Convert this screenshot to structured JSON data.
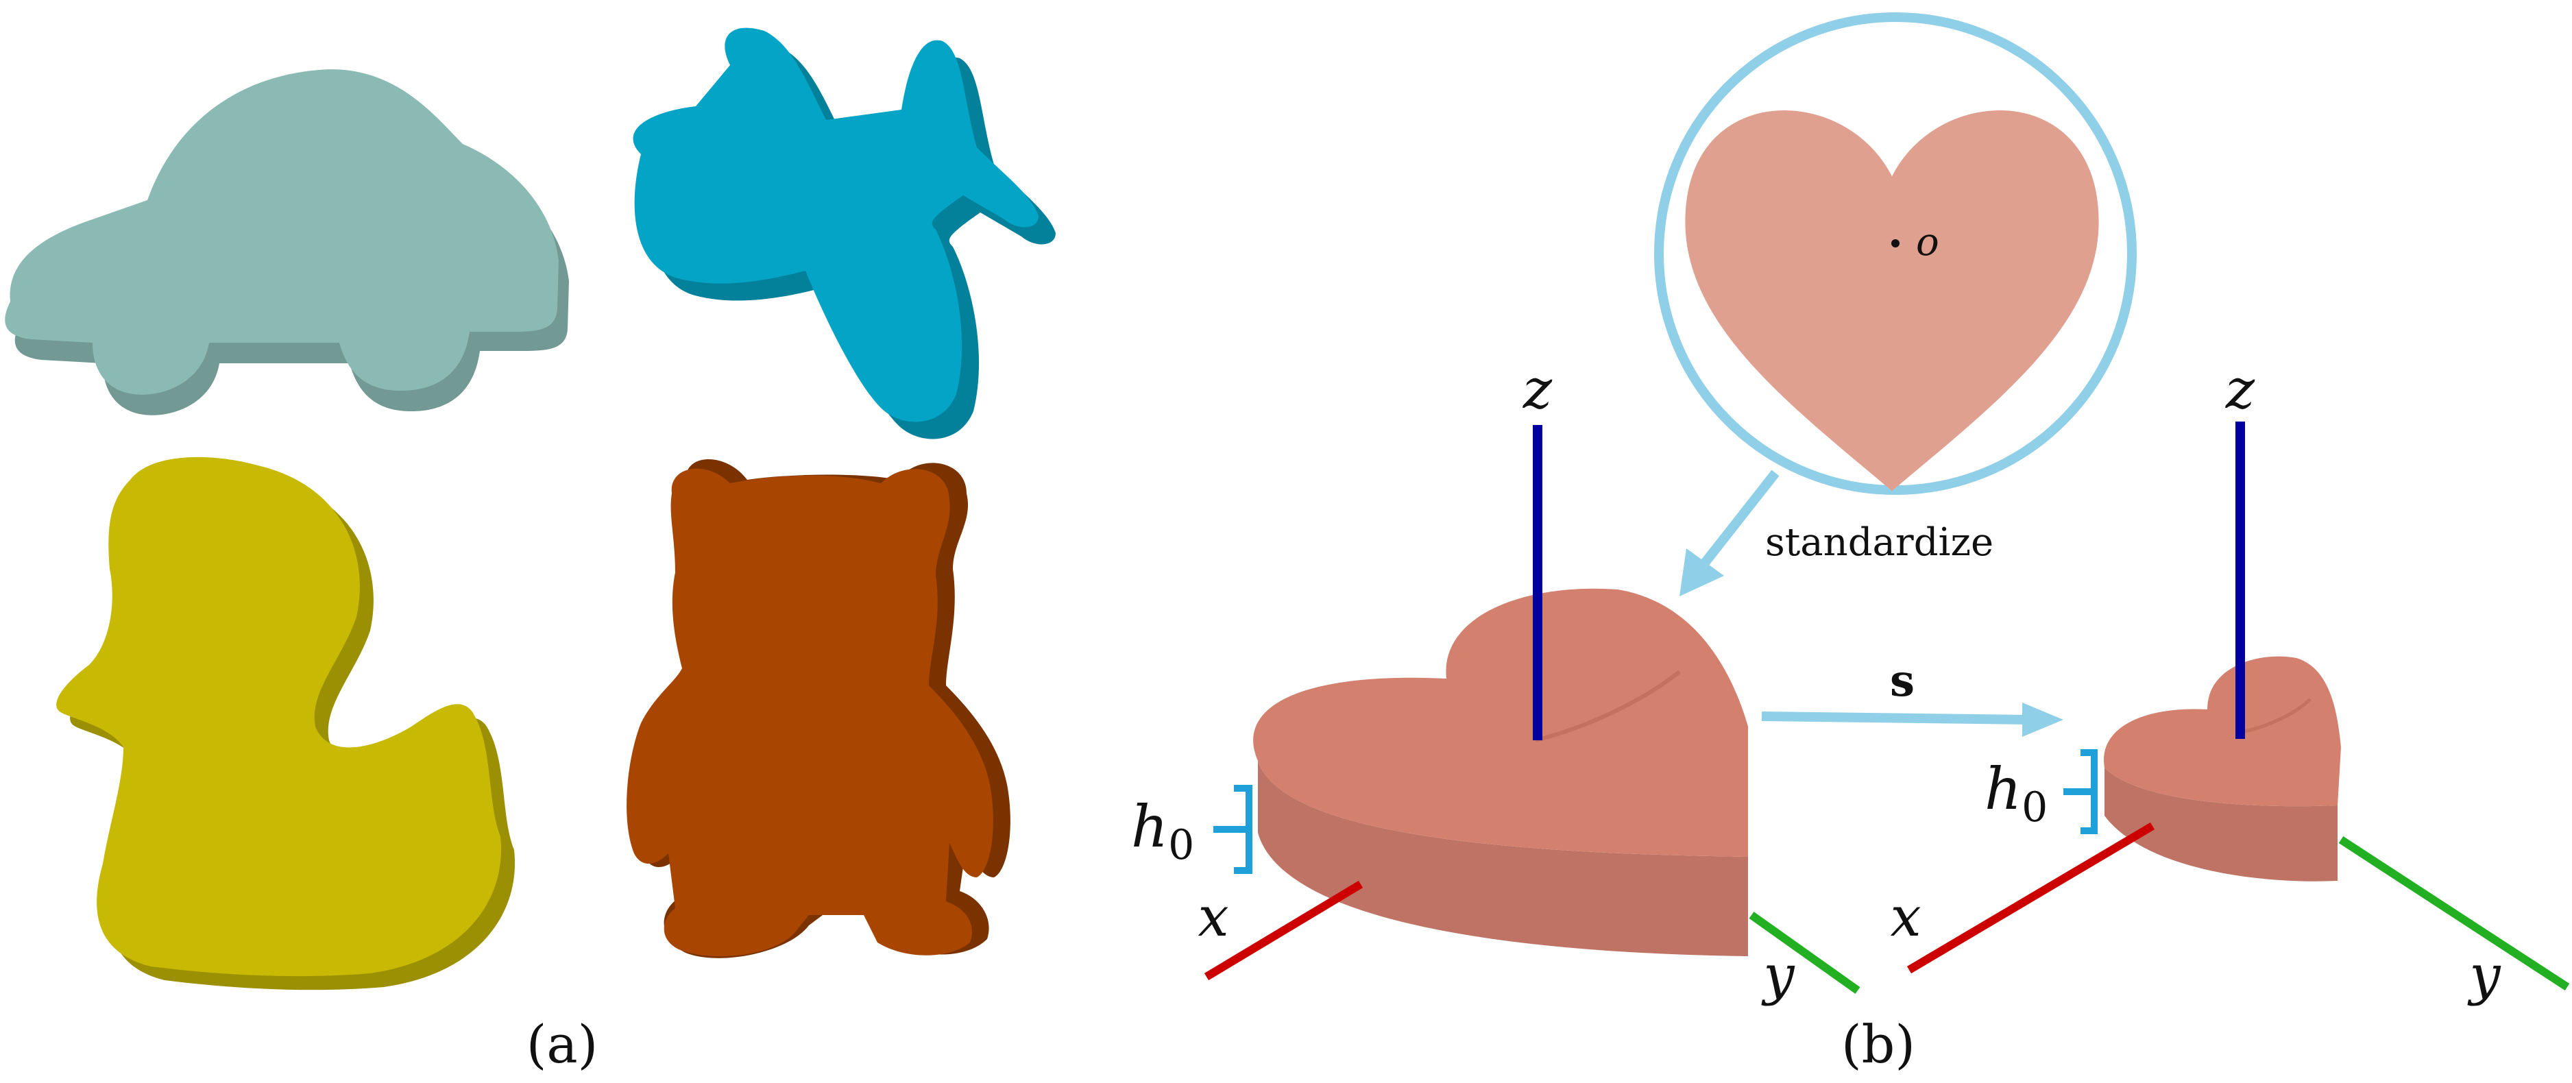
{
  "panels": {
    "a": {
      "caption": "(a)",
      "shapes": [
        "car",
        "airplane",
        "duck",
        "teddy-bear"
      ]
    },
    "b": {
      "caption": "(b)"
    }
  },
  "labels": {
    "origin": "o",
    "standardize": "standardize",
    "scale": "s",
    "axis_x": "x",
    "axis_y": "y",
    "axis_z": "z",
    "h_letter": "h",
    "h_subscript": "0"
  },
  "colors": {
    "car": "#8bbab4",
    "airplane": "#04a4c6",
    "duck": "#c7b904",
    "bear": "#a84500",
    "heart": "#d4806f",
    "heart_flat": "#e0a090",
    "circle": "#8fcfe8",
    "arrow": "#8fcfe8",
    "axis_x": "#cc0000",
    "axis_y": "#22b022",
    "axis_z": "#00009e",
    "brace": "#1fa0d8"
  }
}
